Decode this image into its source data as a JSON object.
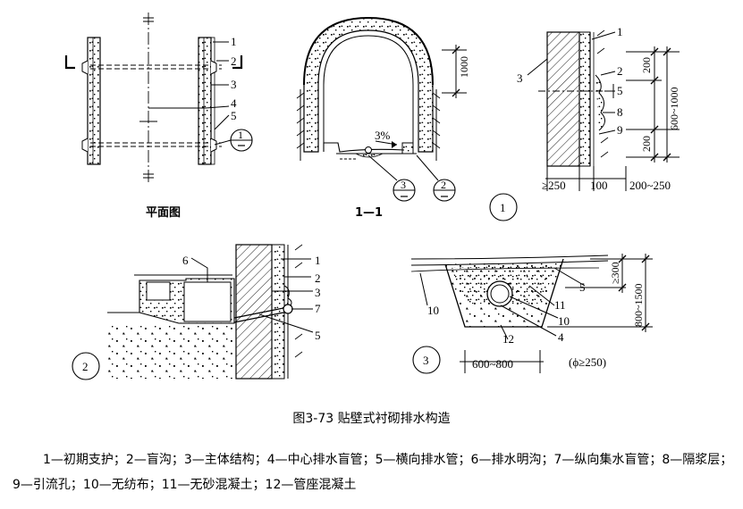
{
  "caption": "图3-73   贴壁式衬砌排水构造",
  "legend": "1—初期支护；2—盲沟；3—主体结构；4—中心排水盲管；5—横向排水管；6—排水明沟；7—纵向集水盲管；8—隔浆层；9—引流孔；10—无纺布；11—无砂混凝土；12—管座混凝土",
  "plan": {
    "title": "平面图",
    "labels": [
      "1",
      "2",
      "3",
      "4",
      "5"
    ],
    "section_mark": "1",
    "section_letter": "L"
  },
  "section": {
    "title": "1—1",
    "dim_1000": "1000",
    "slope": "3%",
    "callout_3": "3",
    "callout_2": "2"
  },
  "detail1": {
    "number": "1",
    "labels": [
      "1",
      "2",
      "3",
      "5",
      "8",
      "9"
    ],
    "dim_200_top": "200",
    "dim_200_bottom": "200",
    "dim_range": "600~1000",
    "dim_bottom_a": "≥250",
    "dim_bottom_b": "100",
    "dim_bottom_c": "200~250"
  },
  "detail2": {
    "number": "2",
    "labels": [
      "6",
      "1",
      "2",
      "3",
      "7",
      "5"
    ]
  },
  "detail3": {
    "number": "3",
    "labels": [
      "5",
      "11",
      "10",
      "4",
      "12",
      "10"
    ],
    "dim_300": "≥300",
    "dim_range": "800~1500",
    "dim_bottom": "600~800",
    "phi_note": "(ϕ≥250)"
  }
}
